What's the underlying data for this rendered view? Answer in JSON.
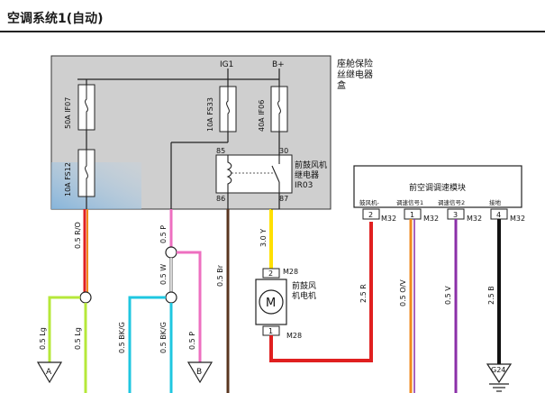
{
  "title": "空调系统1(自动)",
  "fuse_box": {
    "label_line1": "座舱保险",
    "label_line2": "丝继电器",
    "label_line3": "盒",
    "bus_ig1": "IG1",
    "bus_bplus": "B+",
    "fuses": [
      {
        "rating": "50A",
        "id": "IF07"
      },
      {
        "rating": "10A",
        "id": "FS33"
      },
      {
        "rating": "40A",
        "id": "IF06"
      },
      {
        "rating": "10A",
        "id": "FS12"
      }
    ],
    "relay": {
      "name_line1": "前鼓风机",
      "name_line2": "继电器",
      "id": "IR03",
      "pins": [
        "85",
        "30",
        "86",
        "87"
      ]
    }
  },
  "module": {
    "name": "前空调调速模块",
    "pins": [
      {
        "label": "鼓风机-",
        "num": "2",
        "conn": "M32"
      },
      {
        "label": "调速信号1",
        "num": "1",
        "conn": "M32"
      },
      {
        "label": "调速信号2",
        "num": "3",
        "conn": "M32"
      },
      {
        "label": "接地",
        "num": "4",
        "conn": "M32"
      }
    ]
  },
  "motor": {
    "name_line1": "前鼓风",
    "name_line2": "机电机",
    "symbol": "M",
    "pin_top": "2",
    "pin_bottom": "1",
    "conn_top": "M28",
    "conn_bottom": "M28"
  },
  "wires": {
    "red_orange": "0.5 R/O",
    "pink_top": "0.5 P",
    "white": "0.5 W",
    "brown": "0.5 Br",
    "yellow": "3.0 Y",
    "lg_left": "0.5 Lg",
    "lg_right": "0.5 Lg",
    "bkg_left": "0.5 BK/G",
    "bkg_right": "0.5 BK/G",
    "pink_bottom": "0.5 P",
    "red_module": "2.5 R",
    "orange_violet": "0.5 O/V",
    "violet": "0.5 V",
    "black": "2.5 B"
  },
  "connectors": {
    "A": "A",
    "B": "B",
    "ground": "G24"
  },
  "colors": {
    "red": "#e02020",
    "orange": "#f08a1c",
    "pink": "#ee6fc0",
    "brown": "#5a3620",
    "yellow": "#ffe000",
    "lime": "#b6e83a",
    "cyan": "#1fc7e0",
    "violet": "#8b2fa8",
    "fusebox": "#cfcfcf"
  }
}
